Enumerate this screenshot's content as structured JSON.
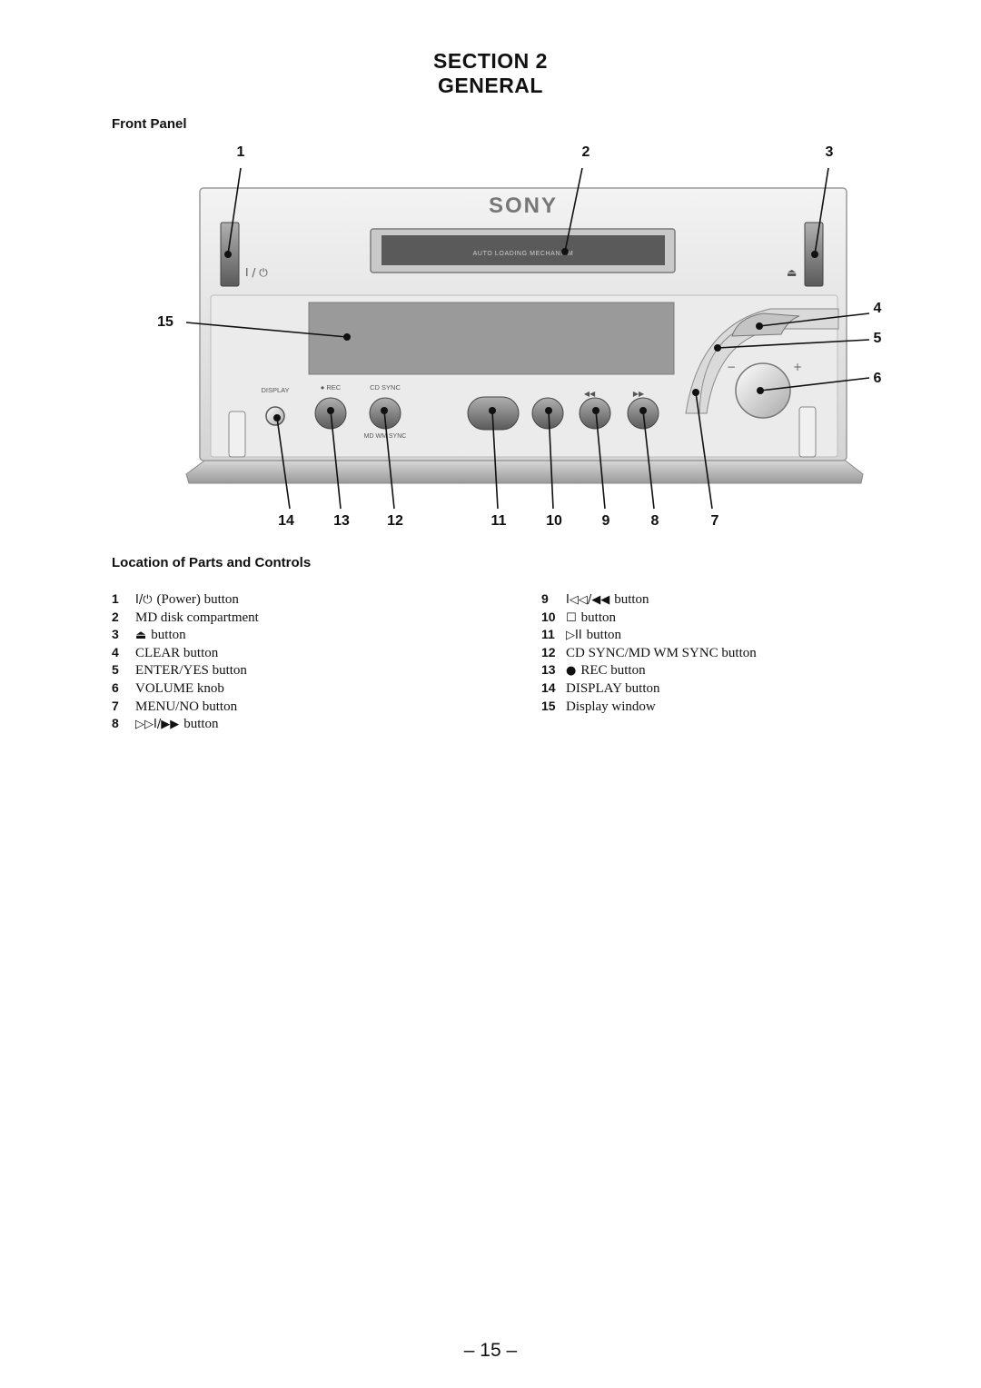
{
  "header": {
    "section": "SECTION 2",
    "title": "GENERAL"
  },
  "front_panel": {
    "heading": "Front Panel",
    "brand_logo": "SONY",
    "slot_label": "AUTO LOADING MECHANISM",
    "power_mark": "I / ⏻",
    "eject_mark": "⏏",
    "labels": {
      "display": "DISPLAY",
      "rec": "● REC",
      "cd_sync": "CD SYNC",
      "md_sync": "MD WM SYNC",
      "rew": "◀◀",
      "ff": "▶▶",
      "minus": "−",
      "plus": "+"
    },
    "callouts": [
      "1",
      "2",
      "3",
      "4",
      "5",
      "6",
      "7",
      "8",
      "9",
      "10",
      "11",
      "12",
      "13",
      "14",
      "15"
    ]
  },
  "parts": {
    "heading": "Location of Parts and Controls",
    "items": [
      {
        "num": "1",
        "symbol": "I/⏻",
        "text": "(Power) button"
      },
      {
        "num": "2",
        "symbol": "",
        "text": "MD disk compartment"
      },
      {
        "num": "3",
        "symbol": "⏏",
        "text": "button"
      },
      {
        "num": "4",
        "symbol": "",
        "text": "CLEAR button"
      },
      {
        "num": "5",
        "symbol": "",
        "text": "ENTER/YES button"
      },
      {
        "num": "6",
        "symbol": "",
        "text": "VOLUME knob"
      },
      {
        "num": "7",
        "symbol": "",
        "text": "MENU/NO button"
      },
      {
        "num": "8",
        "symbol": "▷▷I/▶▶",
        "text": "button"
      },
      {
        "num": "9",
        "symbol": "I◁◁/◀◀",
        "text": "button"
      },
      {
        "num": "10",
        "symbol": "☐",
        "text": "button"
      },
      {
        "num": "11",
        "symbol": "▷II",
        "text": "button"
      },
      {
        "num": "12",
        "symbol": "",
        "text": "CD SYNC/MD WM SYNC button"
      },
      {
        "num": "13",
        "symbol": "●",
        "text": "REC button"
      },
      {
        "num": "14",
        "symbol": "",
        "text": "DISPLAY button"
      },
      {
        "num": "15",
        "symbol": "",
        "text": "Display window"
      }
    ]
  },
  "page_number": "– 15 –"
}
